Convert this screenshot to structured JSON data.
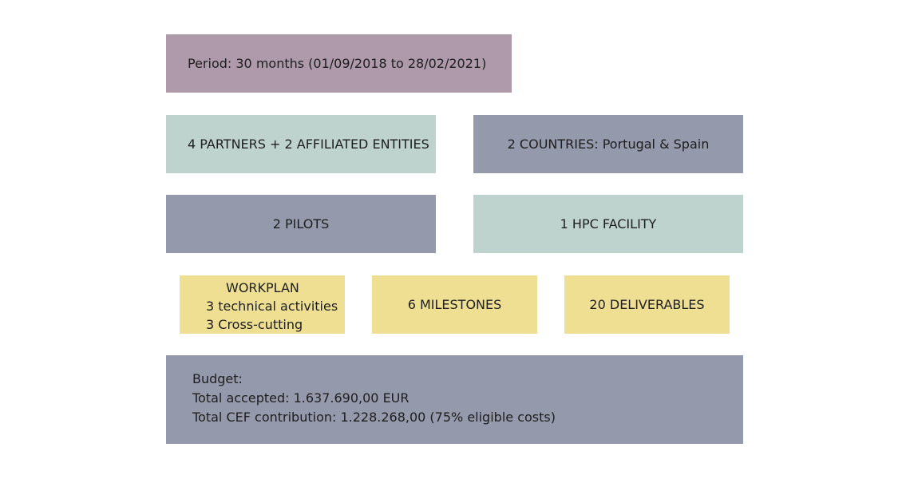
{
  "period": {
    "text": "Period: 30 months (01/09/2018 to 28/02/2021)"
  },
  "partners": {
    "text": "4 PARTNERS + 2 AFFILIATED ENTITIES"
  },
  "countries": {
    "text": "2 COUNTRIES: Portugal & Spain"
  },
  "pilots": {
    "text": "2 PILOTS"
  },
  "hpc": {
    "text": "1 HPC FACILITY"
  },
  "workplan": {
    "title": "WORKPLAN",
    "line1": "3 technical activities",
    "line2": "3 Cross-cutting"
  },
  "milestones": {
    "text": "6 MILESTONES"
  },
  "deliverables": {
    "text": "20 DELIVERABLES"
  },
  "budget": {
    "title": "Budget:",
    "accepted": "Total accepted: 1.637.690,00 EUR",
    "contribution": "Total CEF contribution: 1.228.268,00 (75% eligible costs)"
  },
  "colors": {
    "purple": "#ae9aab",
    "mint": "#bed3cd",
    "slate": "#9499ab",
    "yellow": "#eedf93"
  }
}
